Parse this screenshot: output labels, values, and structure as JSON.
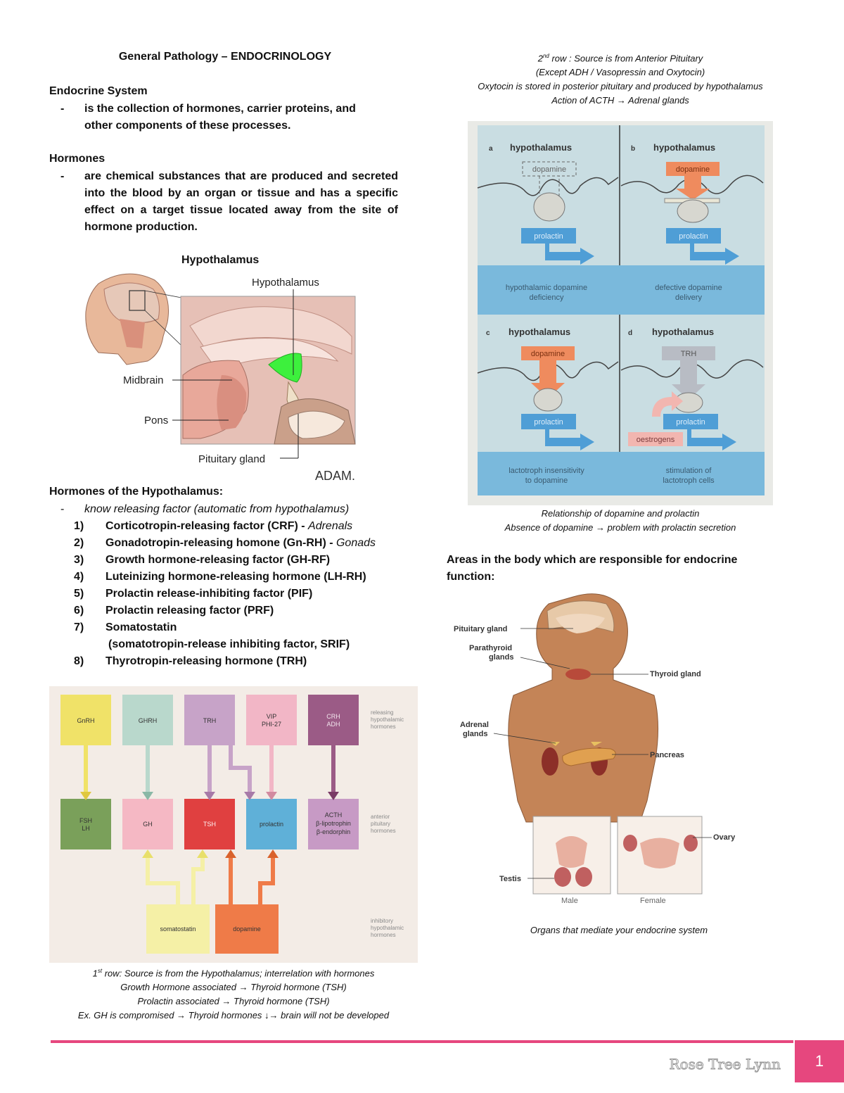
{
  "doc": {
    "title": "General Pathology – ENDOCRINOLOGY",
    "endocrine_heading": "Endocrine System",
    "endocrine_text": "is the collection of hormones, carrier proteins, and other components of these processes.",
    "hormones_heading": "Hormones",
    "hormones_text": "are chemical substances that are produced and secreted into the blood by an organ or tissue and has a specific effect on a target tissue located away from the site of hormone production.",
    "hypothalamus_heading": "Hypothalamus",
    "bullet": "-",
    "hyp_hormones_heading": "Hormones of the Hypothalamus:",
    "hyp_hormones_note": "know releasing factor (automatic from hypothalamus)",
    "releasing_factors": [
      {
        "num": "1)",
        "text": "Corticotropin-releasing factor (CRF) - ",
        "target": "Adrenals"
      },
      {
        "num": "2)",
        "text": "Gonadotropin-releasing homone (Gn-RH) - ",
        "target": "Gonads"
      },
      {
        "num": "3)",
        "text": "Growth hormone-releasing factor (GH-RF)",
        "target": ""
      },
      {
        "num": "4)",
        "text": "Luteinizing hormone-releasing hormone (LH-RH)",
        "target": ""
      },
      {
        "num": "5)",
        "text": "Prolactin release-inhibiting factor (PIF)",
        "target": ""
      },
      {
        "num": "6)",
        "text": "Prolactin releasing factor (PRF)",
        "target": ""
      },
      {
        "num": "7)",
        "text": "Somatostatin",
        "target": ""
      },
      {
        "num": "",
        "text": "(somatotropin-release inhibiting factor, SRIF)",
        "target": ""
      },
      {
        "num": "8)",
        "text": "Thyrotropin-releasing hormone (TRH)",
        "target": ""
      }
    ],
    "brain_figure": {
      "label_hypothalamus": "Hypothalamus",
      "label_midbrain": "Midbrain",
      "label_pons": "Pons",
      "label_pituitary": "Pituitary gland",
      "logo": "ADAM."
    },
    "flow_figure": {
      "top": [
        "GnRH",
        "GHRH",
        "TRH",
        "VIP",
        "PHI-27",
        "CRH",
        "ADH"
      ],
      "mid": [
        "FSH",
        "LH",
        "GH",
        "TSH",
        "prolactin",
        "ACTH",
        "β-lipotrophin",
        "β-endorphin"
      ],
      "bottom": [
        "somatostatin",
        "dopamine"
      ],
      "side_releasing": [
        "releasing",
        "hypothalamic",
        "hormones"
      ],
      "side_anterior": [
        "anterior",
        "pituitary",
        "hormones"
      ],
      "side_inhibitory": [
        "inhibitory",
        "hypothalamic",
        "hormones"
      ]
    },
    "flow_caption": {
      "line1_sup": "st",
      "line1_pre": "1",
      "line1": " row: Source is from the Hypothalamus; interrelation with hormones",
      "line2": "Growth Hormone associated → Thyroid hormone (TSH)",
      "line3": "Prolactin associated → Thyroid hormone (TSH)",
      "line4": "Ex. GH is compromised → Thyroid hormones ↓→ brain will not be developed"
    },
    "top_caption": {
      "line1_pre": "2",
      "line1_sup": "nd",
      "line1": " row : Source is from Anterior Pituitary",
      "line2": "(Except ADH / Vasopressin and Oxytocin)",
      "line3": "Oxytocin is stored in posterior pituitary and produced by hypothalamus",
      "line4": "Action of ACTH → Adrenal glands"
    },
    "dopamine_figure": {
      "panel_a": "a",
      "panel_b": "b",
      "panel_c": "c",
      "panel_d": "d",
      "hypothalamus": "hypothalamus",
      "dopamine": "dopamine",
      "trh": "TRH",
      "prolactin": "prolactin",
      "oestrogens": "oestrogens",
      "a_caption": [
        "hypothalamic dopamine",
        "deficiency"
      ],
      "b_caption": [
        "defective dopamine",
        "delivery"
      ],
      "c_caption": [
        "lactotroph insensitivity",
        "to dopamine"
      ],
      "d_caption": [
        "stimulation of",
        "lactotroph cells"
      ]
    },
    "dopamine_caption": {
      "line1": "Relationship of dopamine and prolactin",
      "line2": "Absence of dopamine → problem with prolactin secretion"
    },
    "areas_heading": "Areas in the body which are responsible for endocrine function:",
    "body_figure": {
      "pituitary": "Pituitary gland",
      "parathyroid": [
        "Parathyroid",
        "glands"
      ],
      "thyroid": "Thyroid gland",
      "adrenal": [
        "Adrenal",
        "glands"
      ],
      "pancreas": "Pancreas",
      "ovary": "Ovary",
      "testis": "Testis",
      "male": "Male",
      "female": "Female"
    },
    "body_caption": "Organs that mediate your endocrine system",
    "footer": {
      "author": "Rose Tree Lynn",
      "page": "1"
    }
  },
  "colors": {
    "accent": "#e6477e",
    "flow_bg": "#f3ece6",
    "gnrh": "#f0e268",
    "ghrh": "#b9d8cc",
    "trh": "#c7a3c8",
    "vip": "#f2b6c6",
    "crh": "#9b5b86",
    "fsh": "#7aa05a",
    "gh": "#f5b8c4",
    "tsh": "#e04040",
    "prolactin": "#5fb0d8",
    "acth": "#c79ac5",
    "somatostatin": "#f5f0a6",
    "dopamine_flow": "#ef7b48",
    "dop_panel_bg": "#c9dde2",
    "dop_band": "#7ab9dc",
    "dop_orange": "#ef8b5e",
    "dop_blue": "#4f9ed6",
    "skin": "#c48457"
  }
}
